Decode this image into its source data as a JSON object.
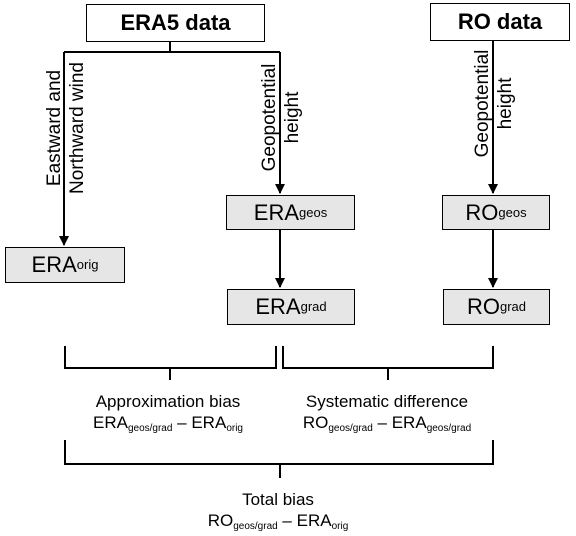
{
  "sources": {
    "era5": "ERA5 data",
    "ro": "RO data"
  },
  "edge_labels": {
    "wind_line1": "Eastward and",
    "wind_line2": "Northward wind",
    "geo_era_line1": "Geopotential",
    "geo_era_line2": "height",
    "geo_ro_line1": "Geopotential",
    "geo_ro_line2": "height"
  },
  "nodes": {
    "era_orig": {
      "base": "ERA",
      "sub": "orig"
    },
    "era_geos": {
      "base": "ERA",
      "sub": "geos"
    },
    "era_grad": {
      "base": "ERA",
      "sub": "grad"
    },
    "ro_geos": {
      "base": "RO",
      "sub": "geos"
    },
    "ro_grad": {
      "base": "RO",
      "sub": "grad"
    }
  },
  "brackets": {
    "approx": {
      "title": "Approximation bias",
      "a_base": "ERA",
      "a_sub": "geos/grad",
      "op": " – ",
      "b_base": "ERA",
      "b_sub": "orig"
    },
    "systematic": {
      "title": "Systematic difference",
      "a_base": "RO",
      "a_sub": "geos/grad",
      "op": " – ",
      "b_base": "ERA",
      "b_sub": "geos/grad"
    },
    "total": {
      "title": "Total bias",
      "a_base": "RO",
      "a_sub": "geos/grad",
      "op": " – ",
      "b_base": "ERA",
      "b_sub": "orig"
    }
  },
  "colors": {
    "line": "#000000",
    "output_fill": "#e6e6e6",
    "source_fill": "#ffffff"
  }
}
